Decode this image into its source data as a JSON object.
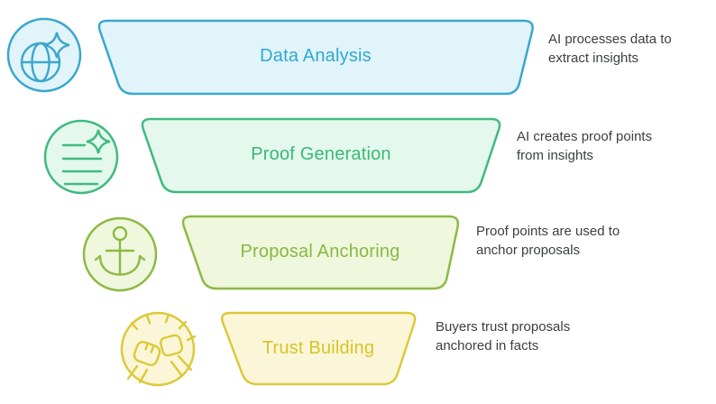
{
  "canvas": {
    "background": "#ffffff"
  },
  "description_text_color": "#3c4043",
  "stages": [
    {
      "label": "Data Analysis",
      "description": "AI processes data to\nextract insights",
      "icon": "globe-sparkle-icon",
      "stroke_color": "#3ba7cd",
      "fill_color": "#e1f4fa",
      "label_color": "#2fa9d2"
    },
    {
      "label": "Proof Generation",
      "description": "AI creates proof points\nfrom insights",
      "icon": "document-sparkle-icon",
      "stroke_color": "#41b980",
      "fill_color": "#e4f8ed",
      "label_color": "#3bb878"
    },
    {
      "label": "Proposal Anchoring",
      "description": "Proof points are used to\nanchor proposals",
      "icon": "anchor-icon",
      "stroke_color": "#8cba45",
      "fill_color": "#eff7dd",
      "label_color": "#88b943"
    },
    {
      "label": "Trust Building",
      "description": "Buyers trust proposals\nanchored in facts",
      "icon": "fist-bump-icon",
      "stroke_color": "#dcc93a",
      "fill_color": "#fbf6d8",
      "label_color": "#d9c426"
    }
  ]
}
